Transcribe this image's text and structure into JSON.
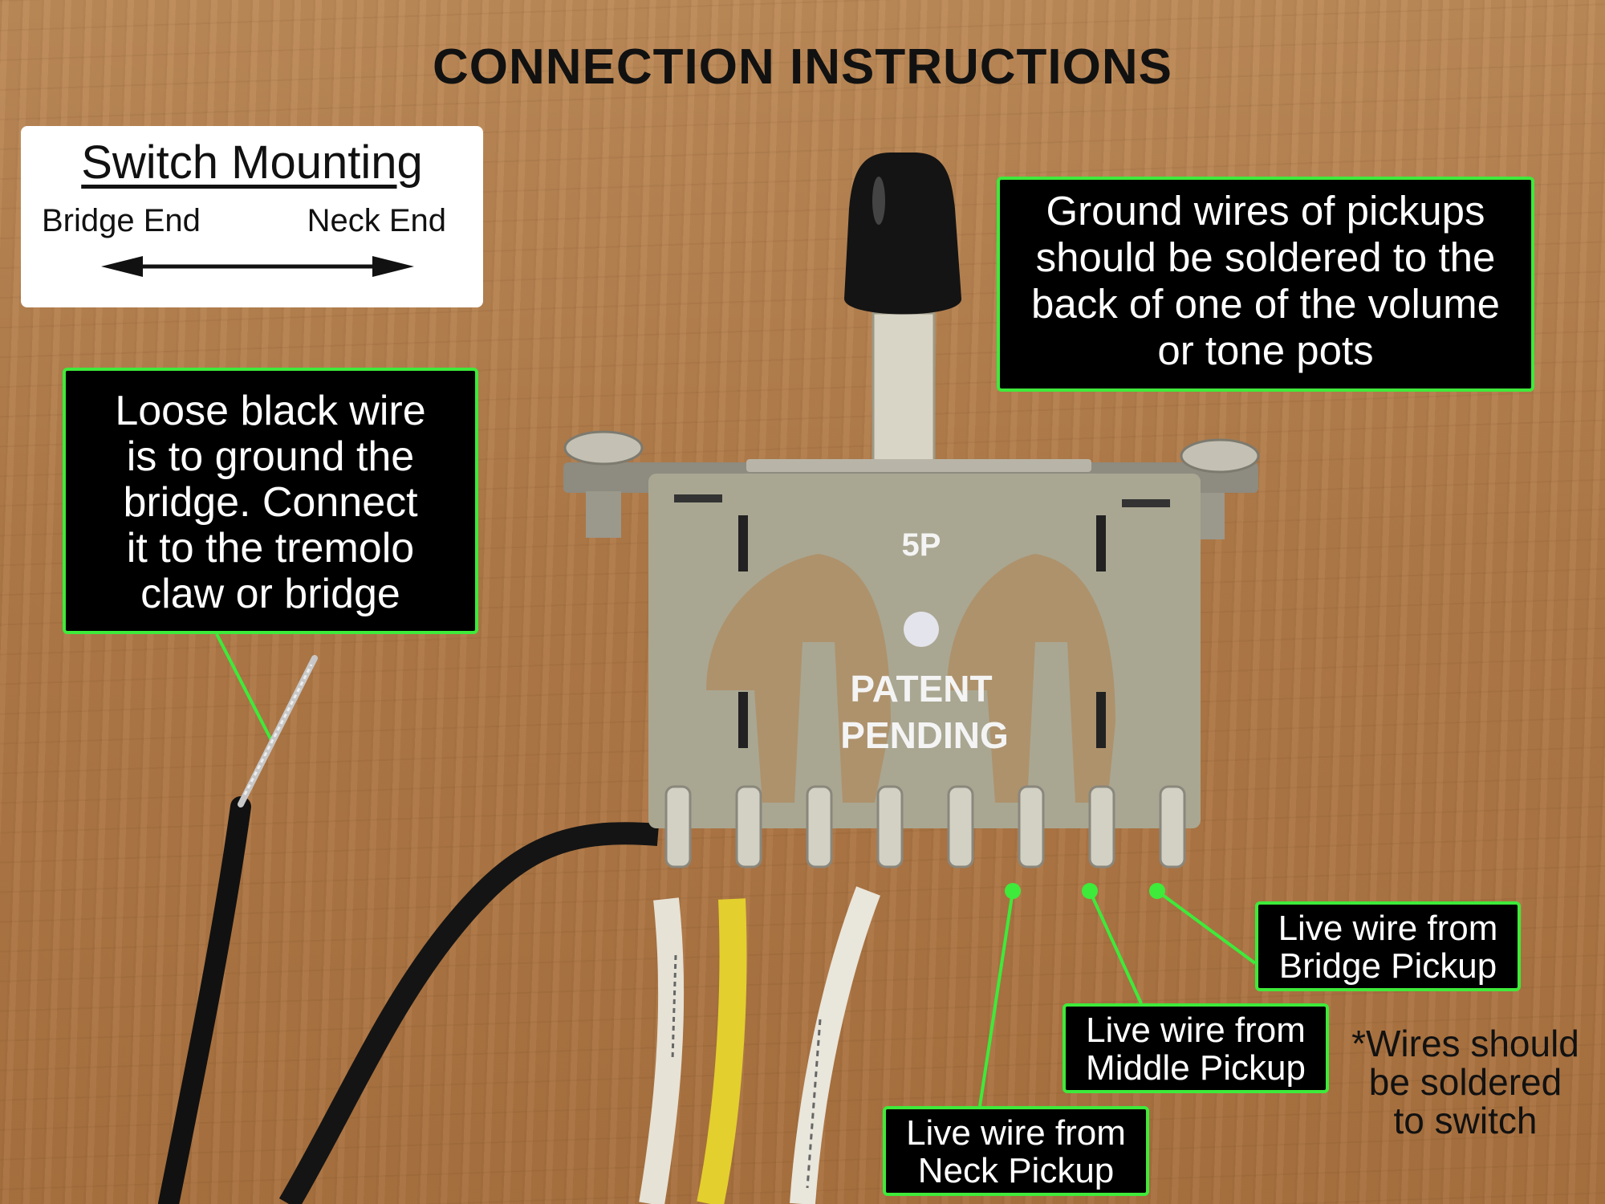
{
  "title": "CONNECTION INSTRUCTIONS",
  "mounting": {
    "title": "Switch Mounting",
    "left_label": "Bridge End",
    "right_label": "Neck End"
  },
  "switch_plate": {
    "model_label": "5P",
    "patent_line1": "PATENT",
    "patent_line2": "PENDING"
  },
  "callouts": {
    "ground_wires": [
      "Ground wires of pickups",
      "should be soldered to the",
      "back of one of the volume",
      "or tone pots"
    ],
    "loose_wire": [
      "Loose black wire",
      "is to ground the",
      "bridge. Connect",
      "it to the tremolo",
      "claw or bridge"
    ],
    "bridge_pickup": [
      "Live wire from",
      "Bridge Pickup"
    ],
    "middle_pickup": [
      "Live wire from",
      "Middle Pickup"
    ],
    "neck_pickup": [
      "Live wire from",
      "Neck Pickup"
    ]
  },
  "note": [
    "*Wires should",
    "be soldered",
    "to switch"
  ],
  "colors": {
    "callout_border": "#3eea3a",
    "callout_background": "#000000",
    "wood": "#b5814f",
    "plate": "#a9a792"
  }
}
